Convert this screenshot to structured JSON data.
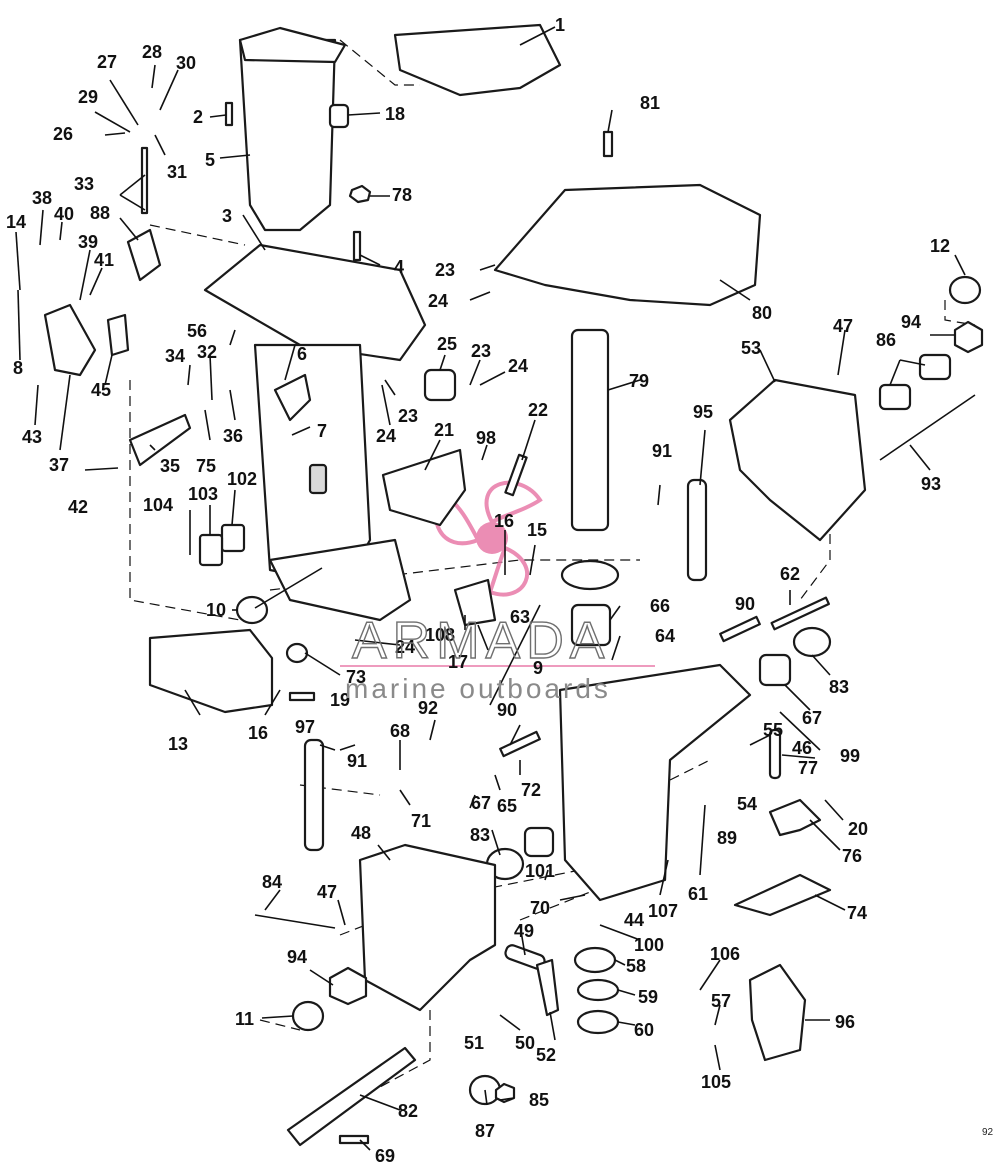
{
  "watermark": {
    "brand": "ARMADA",
    "tagline": "marine outboards",
    "accent_color": "#e87aa8"
  },
  "corner_mark": "92",
  "callouts": [
    "1",
    "2",
    "3",
    "4",
    "5",
    "6",
    "7",
    "8",
    "9",
    "10",
    "11",
    "12",
    "13",
    "14",
    "15",
    "16",
    "16",
    "17",
    "18",
    "19",
    "20",
    "21",
    "22",
    "23",
    "23",
    "23",
    "24",
    "24",
    "24",
    "24",
    "25",
    "26",
    "27",
    "28",
    "29",
    "30",
    "31",
    "32",
    "33",
    "34",
    "35",
    "36",
    "37",
    "38",
    "39",
    "40",
    "41",
    "42",
    "43",
    "44",
    "45",
    "46",
    "47",
    "47",
    "48",
    "49",
    "50",
    "51",
    "52",
    "53",
    "54",
    "55",
    "56",
    "57",
    "58",
    "59",
    "60",
    "61",
    "62",
    "63",
    "64",
    "65",
    "66",
    "67",
    "67",
    "68",
    "69",
    "70",
    "71",
    "72",
    "73",
    "74",
    "75",
    "76",
    "77",
    "78",
    "79",
    "80",
    "81",
    "82",
    "83",
    "83",
    "84",
    "85",
    "86",
    "87",
    "88",
    "89",
    "90",
    "90",
    "91",
    "91",
    "92",
    "93",
    "94",
    "94",
    "95",
    "96",
    "97",
    "98",
    "99",
    "100",
    "101",
    "102",
    "103",
    "104",
    "105",
    "106",
    "107",
    "108"
  ]
}
